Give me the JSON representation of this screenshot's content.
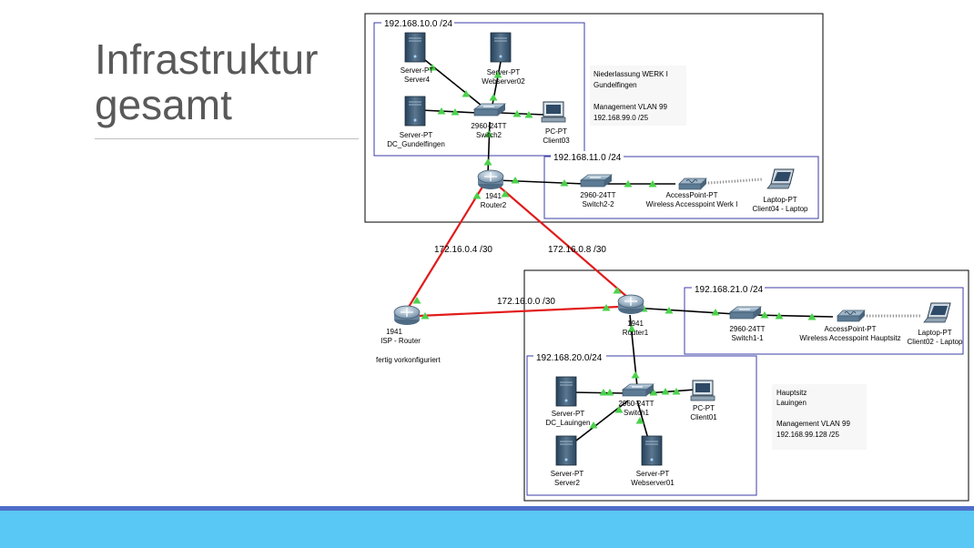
{
  "slide": {
    "title_line1": "Infrastruktur",
    "title_line2": "gesamt"
  },
  "colors": {
    "accent_bar": "#5ac8f4",
    "accent_line": "#4f6dc8",
    "wan_link": "#e21b1b",
    "link_indicator": "#4bd24b",
    "subnet_border": "#3c3ca8"
  },
  "subnets": {
    "werk_lan": "192.168.10.0 /24",
    "werk_wlan": "192.168.11.0 /24",
    "haupt_wlan": "192.168.21.0 /24",
    "haupt_lan": "192.168.20.0/24"
  },
  "links": {
    "isp_werk": "172.16.0.4 /30",
    "werk_haupt": "172.16.0.8 /30",
    "isp_haupt": "172.16.0.0 /30"
  },
  "notes": {
    "werk": [
      "Niederlassung WERK I",
      "Gundelfingen",
      "",
      "Management VLAN 99",
      "192.168.99.0 /25"
    ],
    "haupt": [
      "Hauptsitz",
      "Lauingen",
      "",
      "Management VLAN 99",
      "192.168.99.128 /25"
    ],
    "isp": "fertig vorkonfiguriert"
  },
  "devices": {
    "server4": [
      "Server-PT",
      "Server4"
    ],
    "webserver02": [
      "Server-PT",
      "Webserver02"
    ],
    "dc_gundelfingen": [
      "Server-PT",
      "DC_Gundelfingen"
    ],
    "switch2": [
      "2960-24TT",
      "Switch2"
    ],
    "client03": [
      "PC-PT",
      "Client03"
    ],
    "router2": [
      "1941",
      "Router2"
    ],
    "switch2_2": [
      "2960-24TT",
      "Switch2-2"
    ],
    "ap_werk": [
      "AccessPoint-PT",
      "Wireless Accesspoint Werk I"
    ],
    "client04": [
      "Laptop-PT",
      "Client04 - Laptop"
    ],
    "isp_router": [
      "1941",
      "ISP - Router"
    ],
    "router1": [
      "1941",
      "Router1"
    ],
    "switch1_1": [
      "2960-24TT",
      "Switch1-1"
    ],
    "ap_haupt": [
      "AccessPoint-PT",
      "Wireless Accesspoint Hauptsitz"
    ],
    "client02": [
      "Laptop-PT",
      "Client02 - Laptop"
    ],
    "dc_lauingen": [
      "Server-PT",
      "DC_Lauingen"
    ],
    "switch1": [
      "2960-24TT",
      "Switch1"
    ],
    "client01": [
      "PC-PT",
      "Client01"
    ],
    "server2": [
      "Server-PT",
      "Server2"
    ],
    "webserver01": [
      "Server-PT",
      "Webserver01"
    ]
  }
}
